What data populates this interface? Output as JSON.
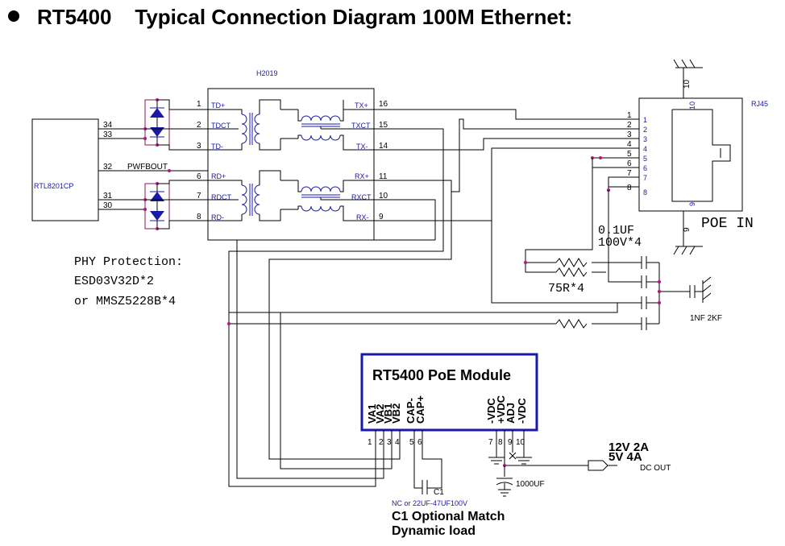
{
  "title": "RT5400    Typical Connection Diagram 100M Ethernet:",
  "transformer": {
    "name": "H2019",
    "left_pins": [
      {
        "num": "1",
        "label": "TD+"
      },
      {
        "num": "2",
        "label": "TDCT"
      },
      {
        "num": "3",
        "label": "TD-"
      },
      {
        "num": "6",
        "label": "RD+"
      },
      {
        "num": "7",
        "label": "RDCT"
      },
      {
        "num": "8",
        "label": "RD-"
      }
    ],
    "right_pins": [
      {
        "num": "16",
        "label": "TX+"
      },
      {
        "num": "15",
        "label": "TXCT"
      },
      {
        "num": "14",
        "label": "TX-"
      },
      {
        "num": "11",
        "label": "RX+"
      },
      {
        "num": "10",
        "label": "RXCT"
      },
      {
        "num": "9",
        "label": "RX-"
      }
    ]
  },
  "phy": {
    "name": "RTL8201CP",
    "pins": [
      "34",
      "33",
      "32",
      "31",
      "30"
    ],
    "pwfbout": "PWFBOUT"
  },
  "rj45": {
    "name": "RJ45",
    "outer_pins": [
      "1",
      "2",
      "3",
      "4",
      "5",
      "6",
      "7",
      "8"
    ],
    "inner_pins": [
      "1",
      "2",
      "3",
      "4",
      "5",
      "6",
      "7",
      "8"
    ],
    "top_pin": "10",
    "top_pin_inner": "10",
    "bottom_pin": "9",
    "bottom_pin_inner": "9",
    "poe_label": "POE IN"
  },
  "protection": {
    "line1": "PHY Protection:",
    "line2": "ESD03V32D*2",
    "line3": "or MMSZ5228B*4"
  },
  "termination": {
    "cap_line1": "0.1UF",
    "cap_line2": "100V*4",
    "res_label": "75R*4",
    "hv_cap_label": "1NF 2KF"
  },
  "module": {
    "name": "RT5400 PoE  Module",
    "left_pins": [
      {
        "num": "1",
        "label": "VA1"
      },
      {
        "num": "2",
        "label": "VA2"
      },
      {
        "num": "3",
        "label": "VB1"
      },
      {
        "num": "4",
        "label": "VB2"
      },
      {
        "num": "5",
        "label": "CAP-"
      },
      {
        "num": "6",
        "label": "CAP+"
      }
    ],
    "right_pins": [
      {
        "num": "7",
        "label": "-VDC"
      },
      {
        "num": "8",
        "label": "+VDC"
      },
      {
        "num": "9",
        "label": "ADJ"
      },
      {
        "num": "10",
        "label": "-VDC"
      }
    ]
  },
  "output": {
    "line1": "12V 2A",
    "line2": "5V 4A",
    "dc_out": "DC OUT",
    "cap_label": "1000UF"
  },
  "c1": {
    "label": "C1",
    "note": "NC or 22UF-47UF100V",
    "caption1": "C1  Optional  Match",
    "caption2": "Dynamic load"
  }
}
